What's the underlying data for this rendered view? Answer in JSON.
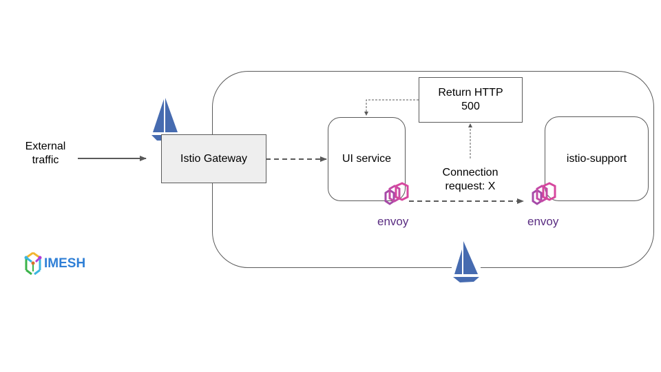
{
  "diagram": {
    "external_traffic": "External\ntraffic",
    "istio_gateway": "Istio Gateway",
    "ui_service": "UI service",
    "return_http": "Return HTTP\n500",
    "connection_request": "Connection\nrequest: X",
    "istio_support": "istio-support",
    "envoy_left": "envoy",
    "envoy_right": "envoy",
    "logo_text": "IMESH"
  },
  "colors": {
    "istio_blue": "#466bb0",
    "envoy_pink": "#d6479e",
    "envoy_purple": "#5a2d82",
    "gateway_fill": "#eeeeee",
    "line": "#595959",
    "imesh_blue": "#2f7fd6"
  }
}
